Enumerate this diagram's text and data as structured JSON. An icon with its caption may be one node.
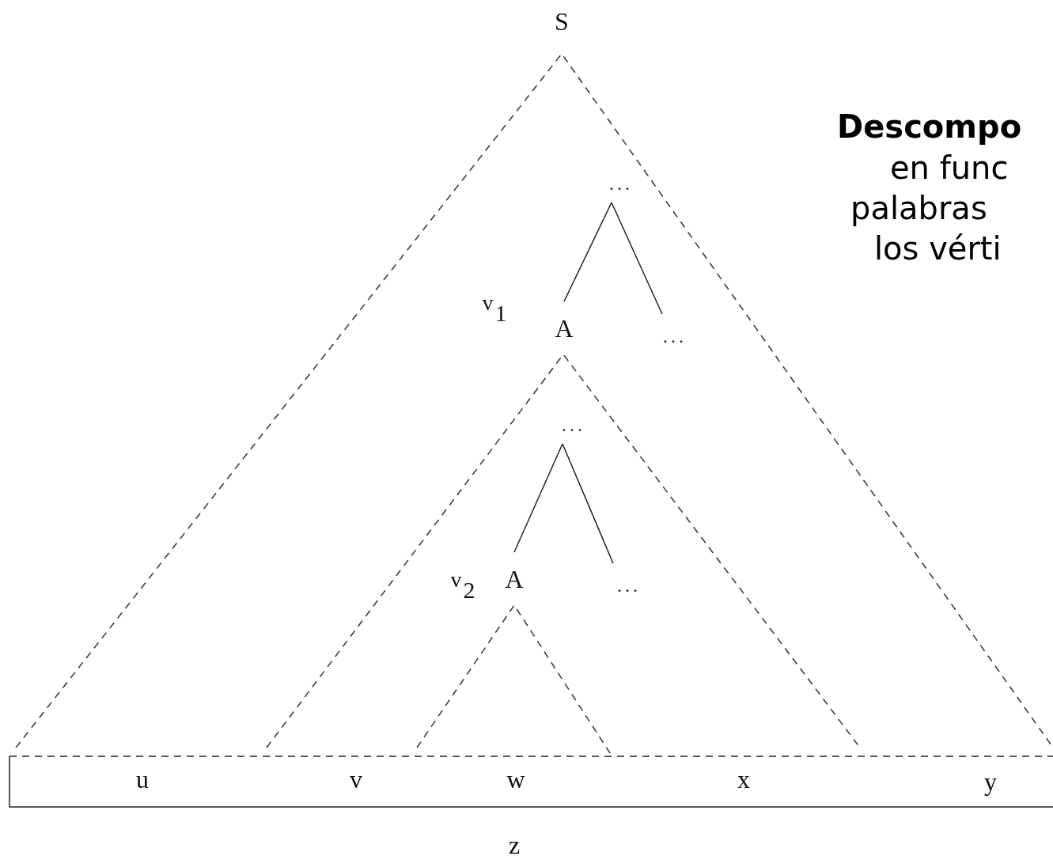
{
  "diagram": {
    "nodes": [
      {
        "text": [
          "S"
        ]
      },
      {
        "text": [
          "..."
        ]
      },
      {
        "text": [
          "A"
        ],
        "beside": [
          "v$_{1}$"
        ]
      },
      {
        "text": [
          "..."
        ]
      },
      {
        "text": [
          "..."
        ]
      },
      {
        "text": [
          "A"
        ],
        "beside": [
          "v$_{2}$"
        ]
      },
      {
        "text": [
          "..."
        ]
      }
    ],
    "edges": [
      {
        "from": 1,
        "to": 2,
        "arrow": "none"
      },
      {
        "from": 1,
        "to": 3,
        "arrow": "none"
      },
      {
        "from": 4,
        "to": 5,
        "arrow": "none"
      },
      {
        "from": 4,
        "to": 6,
        "arrow": "none"
      }
    ],
    "labels": [
      "Descompo",
      "en func",
      "palabras",
      "los vérti",
      "u",
      "v",
      "w",
      "x",
      "y",
      "z"
    ]
  }
}
